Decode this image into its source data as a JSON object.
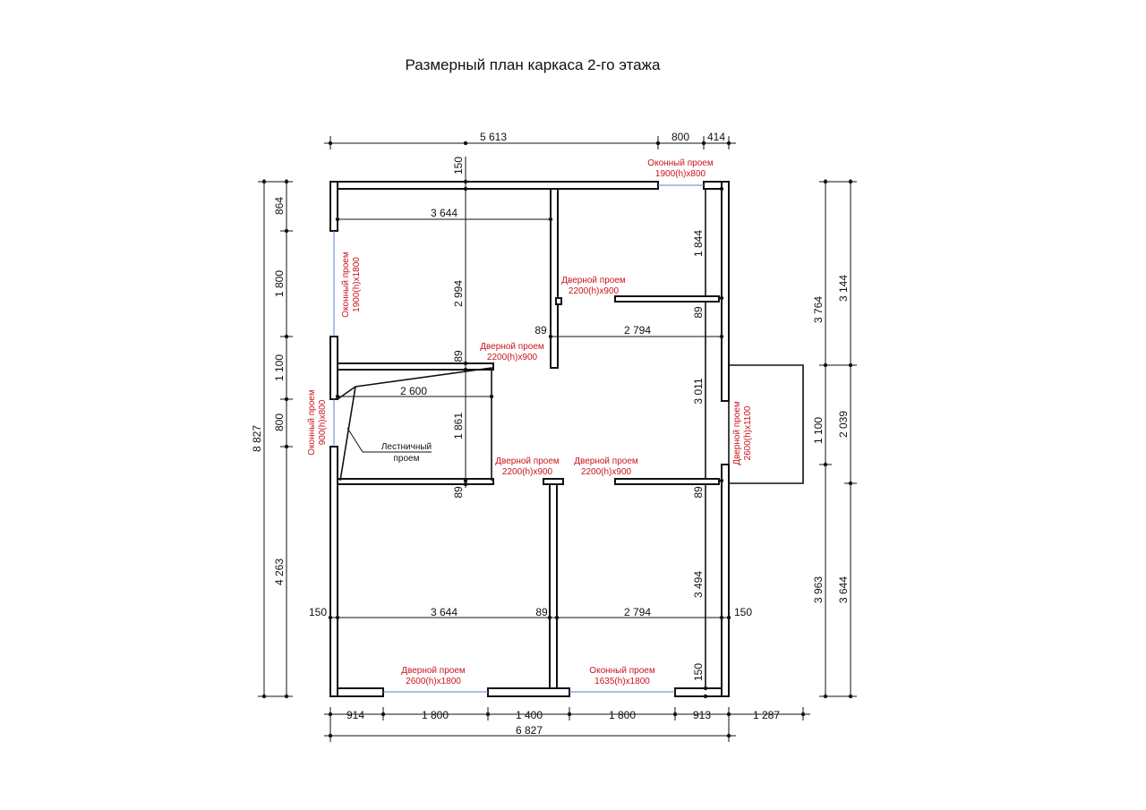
{
  "title": "Размерный план каркаса 2-го этажа",
  "dims": {
    "top_5613": "5 613",
    "top_800": "800",
    "top_414": "414",
    "t150": "150",
    "r3644_top": "3 644",
    "v2994": "2 994",
    "v1844": "1 844",
    "v89_a": "89",
    "h89_a": "89",
    "r2794_a": "2 794",
    "v89_b": "89",
    "r2600": "2 600",
    "v1861": "1 861",
    "v3011": "3 011",
    "v89_c": "89",
    "v89_d": "89",
    "v3494": "3 494",
    "h150_l": "150",
    "r3644_b": "3 644",
    "h89_b": "89",
    "r2794_b": "2 794",
    "h150_r": "150",
    "v150_b": "150",
    "l864": "864",
    "l1800": "1 800",
    "l1100": "1 100",
    "l800": "800",
    "l4263": "4 263",
    "l8827": "8 827",
    "r3764": "3 764",
    "r3144": "3 144",
    "r1100": "1 100",
    "r2039": "2 039",
    "r3963": "3 963",
    "r3644": "3 644",
    "b914": "914",
    "b1800a": "1 800",
    "b1400": "1 400",
    "b1800b": "1 800",
    "b913": "913",
    "b1287": "1 287",
    "b6827": "6 827"
  },
  "openings": {
    "win_top_1": "Оконный проем",
    "win_top_2": "1900(h)x800",
    "win_left_1": "Оконный проем",
    "win_left_2": "1900(h)x1800",
    "win_left2_1": "Оконный проем",
    "win_left2_2": "900(h)x800",
    "door_a_1": "Дверной проем",
    "door_a_2": "2200(h)x900",
    "door_b_1": "Дверной проем",
    "door_b_2": "2200(h)x900",
    "door_c_1": "Дверной проем",
    "door_c_2": "2200(h)x900",
    "door_d_1": "Дверной проем",
    "door_d_2": "2200(h)x900",
    "door_ext_1": "Дверной проем",
    "door_ext_2": "2600(h)x1100",
    "door_bot_1": "Дверной проем",
    "door_bot_2": "2600(h)x1800",
    "win_bot_1": "Оконный проем",
    "win_bot_2": "1635(h)x1800",
    "stair_1": "Лестничный",
    "stair_2": "проем"
  }
}
